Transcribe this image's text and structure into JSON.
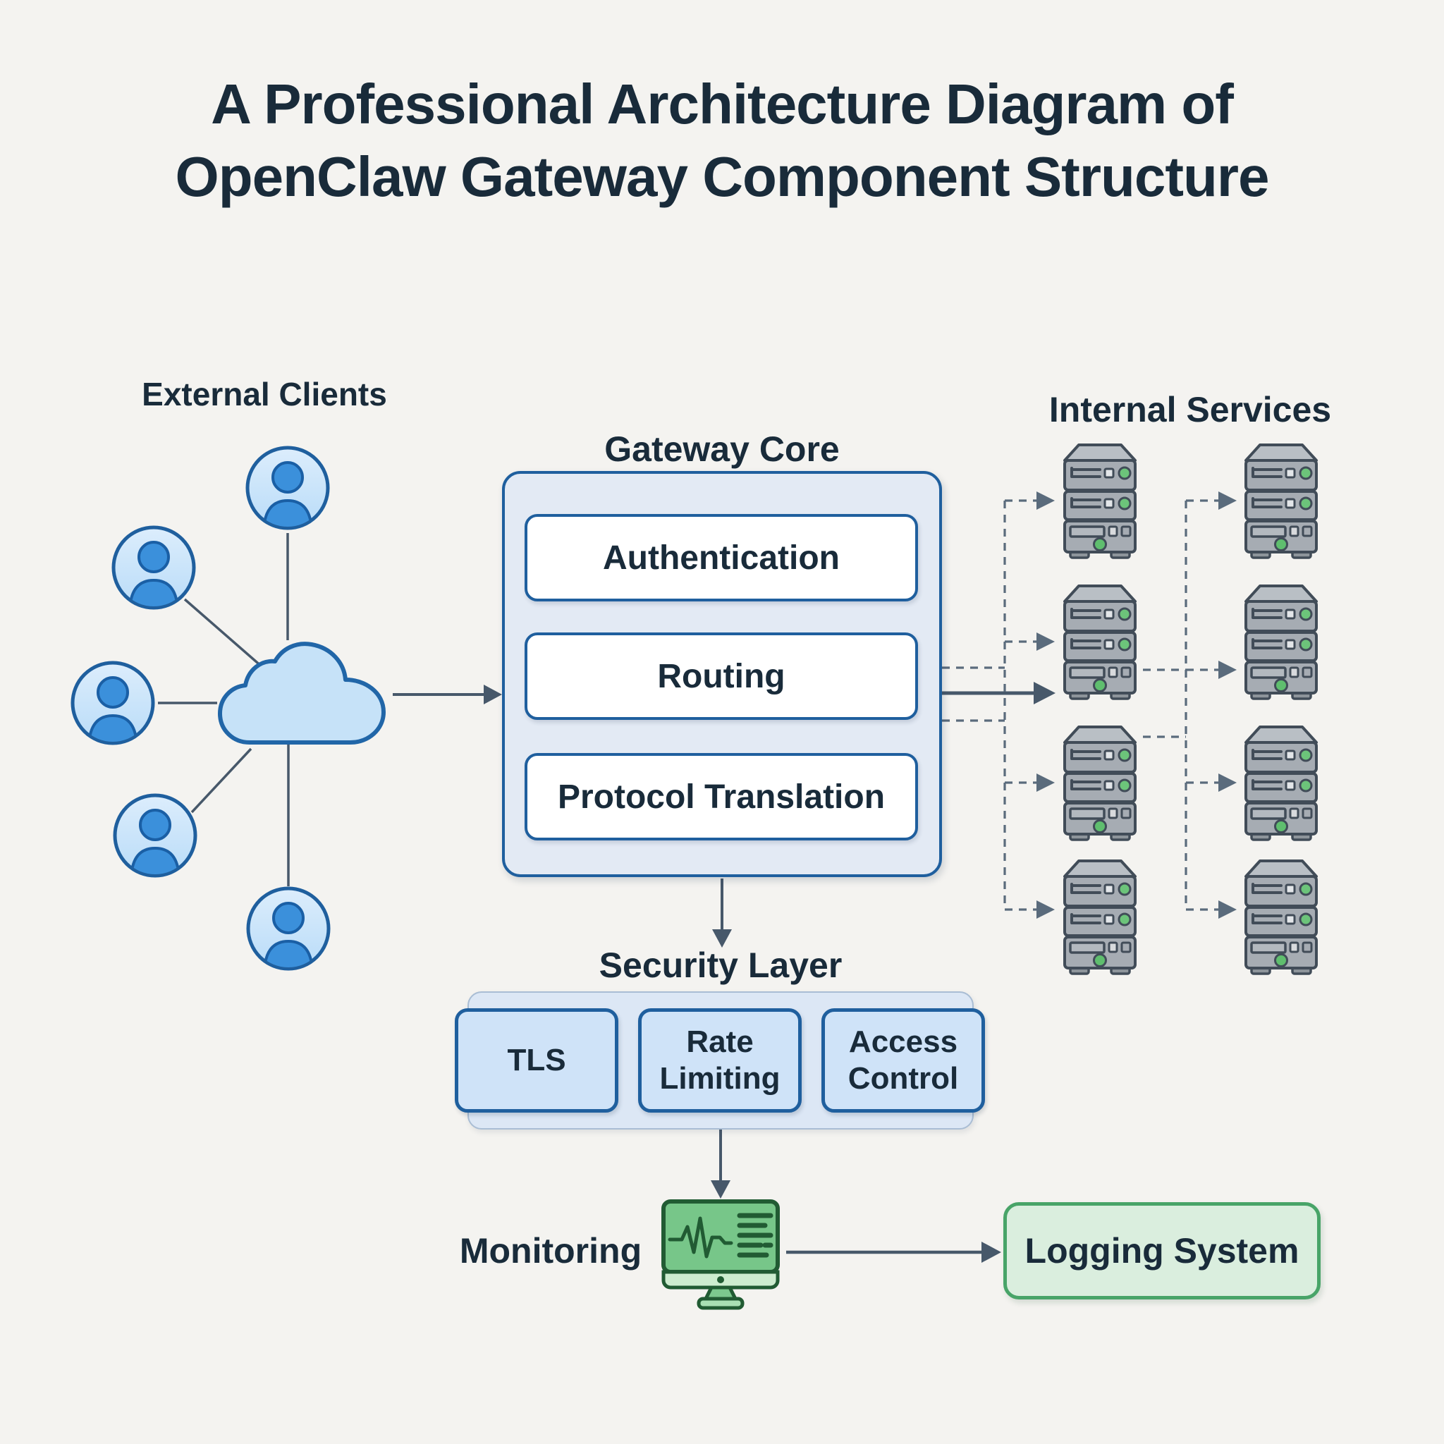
{
  "title": {
    "line1": "A Professional Architecture Diagram of",
    "line2": "OpenClaw Gateway Component Structure"
  },
  "sections": {
    "external_clients": {
      "label": "External Clients",
      "client_count": 5
    },
    "gateway_core": {
      "label": "Gateway Core",
      "components": [
        "Authentication",
        "Routing",
        "Protocol Translation"
      ]
    },
    "internal_services": {
      "label": "Internal Services",
      "server_count": 8,
      "columns": 2,
      "rows": 4
    },
    "security_layer": {
      "label": "Security Layer",
      "components": [
        "TLS",
        "Rate Limiting",
        "Access Control"
      ]
    },
    "monitoring": {
      "label": "Monitoring"
    },
    "logging": {
      "label": "Logging System"
    }
  },
  "icons": {
    "client": "user-avatar-icon",
    "network": "cloud-icon",
    "service": "server-icon",
    "monitoring": "monitor-pulse-icon"
  },
  "colors": {
    "background": "#f4f3f0",
    "ink": "#192b3a",
    "line": "#47586a",
    "dashed-line": "#5a6b7c",
    "blue-border": "#1f5f9e",
    "blue-fill-light": "#cde7fb",
    "blue-fill": "#3b90db",
    "cloud-fill": "#c6e2f8",
    "cloud-border": "#2166a8",
    "gateway-fill": "#e3eaf4",
    "inner-box-fill": "#ffffff",
    "security-fill": "#dce7f5",
    "security-box-fill": "#cfe3f8",
    "green-border": "#48a468",
    "green-fill": "#daeede",
    "monitor-green": "#77c689",
    "monitor-dark": "#215b33",
    "monitor-strip": "#cdeccf",
    "server-gray": "#a6acb3",
    "server-top": "#b9bfc5",
    "server-dark": "#414c58",
    "led-green": "#6cc47a"
  }
}
